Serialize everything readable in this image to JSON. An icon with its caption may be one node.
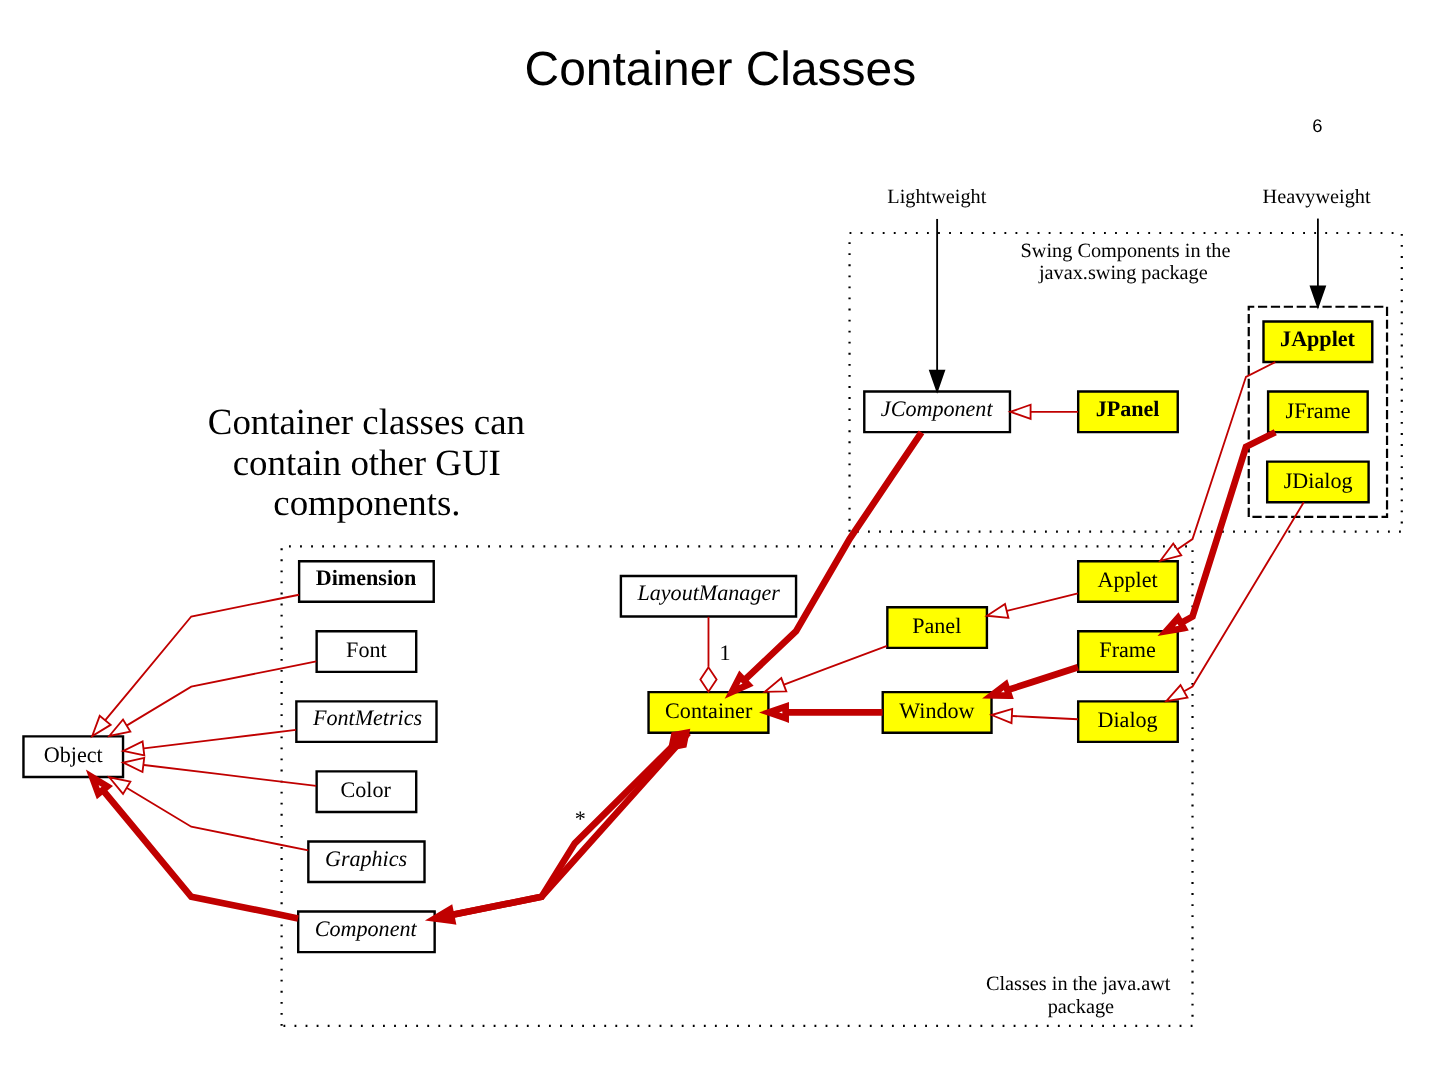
{
  "diagram": {
    "title": "Container Classes",
    "nodes": [
      {
        "text": [
          "Classes in the java.awt package"
        ]
      },
      {
        "text": [
          "Dimension"
        ],
        "in": 0
      },
      {
        "text": [
          "LayoutManager"
        ],
        "in": 0
      },
      {
        "text": [
          "Font"
        ],
        "in": 0
      },
      {
        "text": [
          "FontMetrics"
        ],
        "in": 0
      },
      {
        "text": [
          "Object"
        ]
      },
      {
        "text": [
          "Color"
        ],
        "in": 0
      },
      {
        "text": [
          "Graphics"
        ],
        "in": 0
      },
      {
        "text": [
          "Component"
        ],
        "in": 0
      },
      {
        "text": [
          "Container"
        ],
        "in": 0
      },
      {
        "text": [
          "Panel"
        ],
        "in": 0
      },
      {
        "text": [
          "Applet"
        ],
        "in": 0
      },
      {
        "text": [
          "Window"
        ],
        "in": 0
      },
      {
        "text": [
          "Frame"
        ],
        "in": 0
      },
      {
        "text": [
          "Dialog"
        ],
        "in": 0
      },
      {
        "text": [
          "Heavyweight"
        ]
      },
      {
        "text": [
          "Swing Components in the javax.swing package"
        ]
      },
      {
        "text": [],
        "shape": "box",
        "in": 16
      },
      {
        "text": [
          "JApplet"
        ],
        "in": 17
      },
      {
        "text": [
          "JFrame"
        ],
        "in": 17
      },
      {
        "text": [
          "JDialog"
        ],
        "in": 17
      },
      {
        "text": [
          "JComponent"
        ],
        "in": 16
      },
      {
        "text": [
          "JPanel"
        ],
        "in": 16
      },
      {
        "text": [
          "Lightweight"
        ]
      }
    ],
    "edges": [
      {
        "from": 1,
        "to": 5,
        "arrow": "to"
      },
      {
        "from": 3,
        "to": 5,
        "arrow": "to"
      },
      {
        "from": 4,
        "to": 5,
        "arrow": "to"
      },
      {
        "from": 6,
        "to": 5,
        "arrow": "to"
      },
      {
        "from": 7,
        "to": 5,
        "arrow": "to"
      },
      {
        "from": 8,
        "to": 5,
        "arrow": "to",
        "style": "thick"
      },
      {
        "from": 9,
        "to": 8,
        "arrow": "to",
        "style": "thick"
      },
      {
        "from": 9,
        "to": 2,
        "arrow": "other",
        "label": "1"
      },
      {
        "from": 9,
        "to": 8,
        "arrow": "other",
        "label": "*",
        "style": "thick"
      },
      {
        "from": 10,
        "to": 9,
        "arrow": "to"
      },
      {
        "from": 12,
        "to": 9,
        "arrow": "to",
        "style": "thick"
      },
      {
        "from": 21,
        "to": 9,
        "arrow": "to",
        "style": "thick"
      },
      {
        "from": 11,
        "to": 10,
        "arrow": "to"
      },
      {
        "from": 13,
        "to": 12,
        "arrow": "to",
        "style": "thick"
      },
      {
        "from": 14,
        "to": 12,
        "arrow": "to"
      },
      {
        "from": 18,
        "to": 11,
        "arrow": "to"
      },
      {
        "from": 19,
        "to": 13,
        "arrow": "to",
        "style": "thick"
      },
      {
        "from": 20,
        "to": 14,
        "arrow": "to"
      },
      {
        "from": 22,
        "to": 21,
        "arrow": "to"
      },
      {
        "from": 15,
        "to": 17,
        "arrow": "to",
        "color": "#000000"
      },
      {
        "from": 23,
        "to": 21,
        "arrow": "to",
        "color": "#000000"
      }
    ],
    "labels": [
      "Container classes can contain other GUI components.",
      "6"
    ]
  }
}
